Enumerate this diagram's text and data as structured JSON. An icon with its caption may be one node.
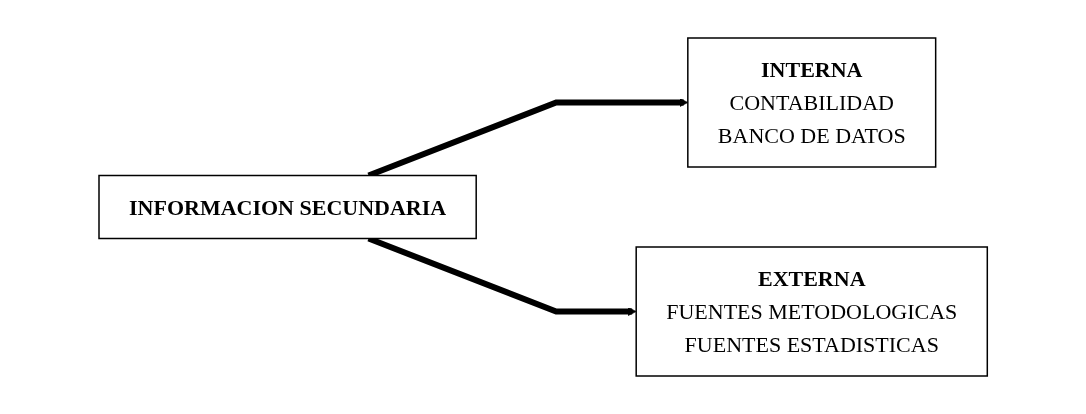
{
  "diagram": {
    "nodes": [
      {
        "text": [
          "INFORMACION SECUNDARIA"
        ]
      },
      {
        "text": [
          "INTERNA",
          "CONTABILIDAD",
          "BANCO DE DATOS"
        ]
      },
      {
        "text": [
          "EXTERNA",
          "FUENTES METODOLOGICAS",
          "FUENTES ESTADISTICAS"
        ]
      }
    ],
    "edges": [
      {
        "from": 0,
        "to": 1,
        "arrow": "to"
      },
      {
        "from": 0,
        "to": 2,
        "arrow": "to"
      }
    ]
  }
}
